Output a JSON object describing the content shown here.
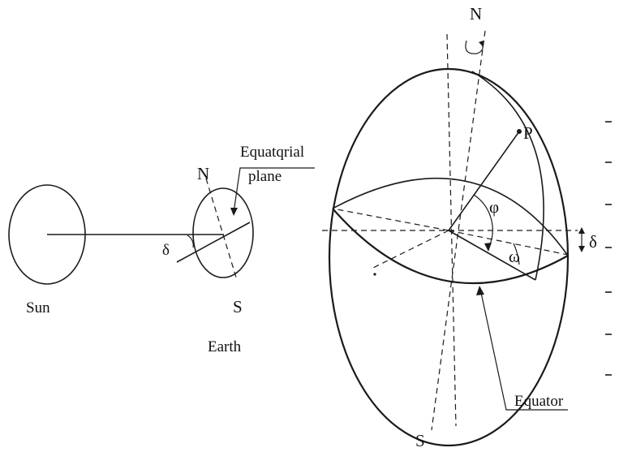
{
  "left_figure": {
    "sun_label": "Sun",
    "earth_label": "Earth",
    "north_label": "N",
    "south_label": "S",
    "declination_label": "δ",
    "plane_label_line1": "Equatqrial",
    "plane_label_line2": "plane"
  },
  "right_figure": {
    "north_label": "N",
    "south_label": "S",
    "point_label": "P",
    "latitude_label": "φ",
    "hour_angle_label": "ω",
    "declination_label": "δ",
    "equator_label": "Equator"
  }
}
